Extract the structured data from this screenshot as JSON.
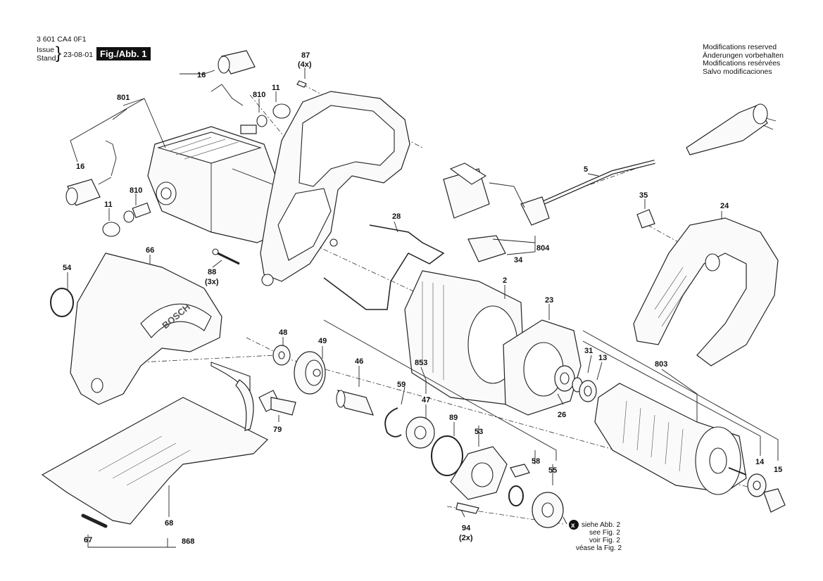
{
  "header": {
    "part_number": "3 601 CA4 0F1",
    "issue_label": "Issue",
    "stand_label": "Stand",
    "issue_date": "23-08-01",
    "figure_label": "Fig./Abb. 1"
  },
  "modifications": [
    "Modifications reserved",
    "Änderungen vorbehalten",
    "Modifications resérvées",
    "Salvo modificaciones"
  ],
  "parts": {
    "p16a": "16",
    "p801": "801",
    "p16b": "16",
    "p810a": "810",
    "p11a": "11",
    "p87": "87",
    "p87q": "(4x)",
    "p810b": "810",
    "p11b": "11",
    "p5": "5",
    "p35": "35",
    "p24": "24",
    "p28": "28",
    "p804": "804",
    "p34": "34",
    "p54": "54",
    "p66": "66",
    "p88": "88",
    "p88q": "(3x)",
    "p2": "2",
    "p23": "23",
    "p48": "48",
    "p49": "49",
    "p853": "853",
    "p46": "46",
    "p31": "31",
    "p13": "13",
    "p803": "803",
    "p59": "59",
    "p47": "47",
    "p89": "89",
    "p26": "26",
    "p79": "79",
    "p53": "53",
    "p58": "58",
    "p55": "55",
    "p14": "14",
    "p15": "15",
    "p68": "68",
    "p94": "94",
    "p94q": "(2x)",
    "p67": "67",
    "p868": "868"
  },
  "footnote": {
    "marker": "x",
    "lines": [
      "siehe Abb. 2",
      "see Fig. 2",
      "voir Fig. 2",
      "véase la Fig. 2"
    ]
  },
  "brand": "BOSCH"
}
